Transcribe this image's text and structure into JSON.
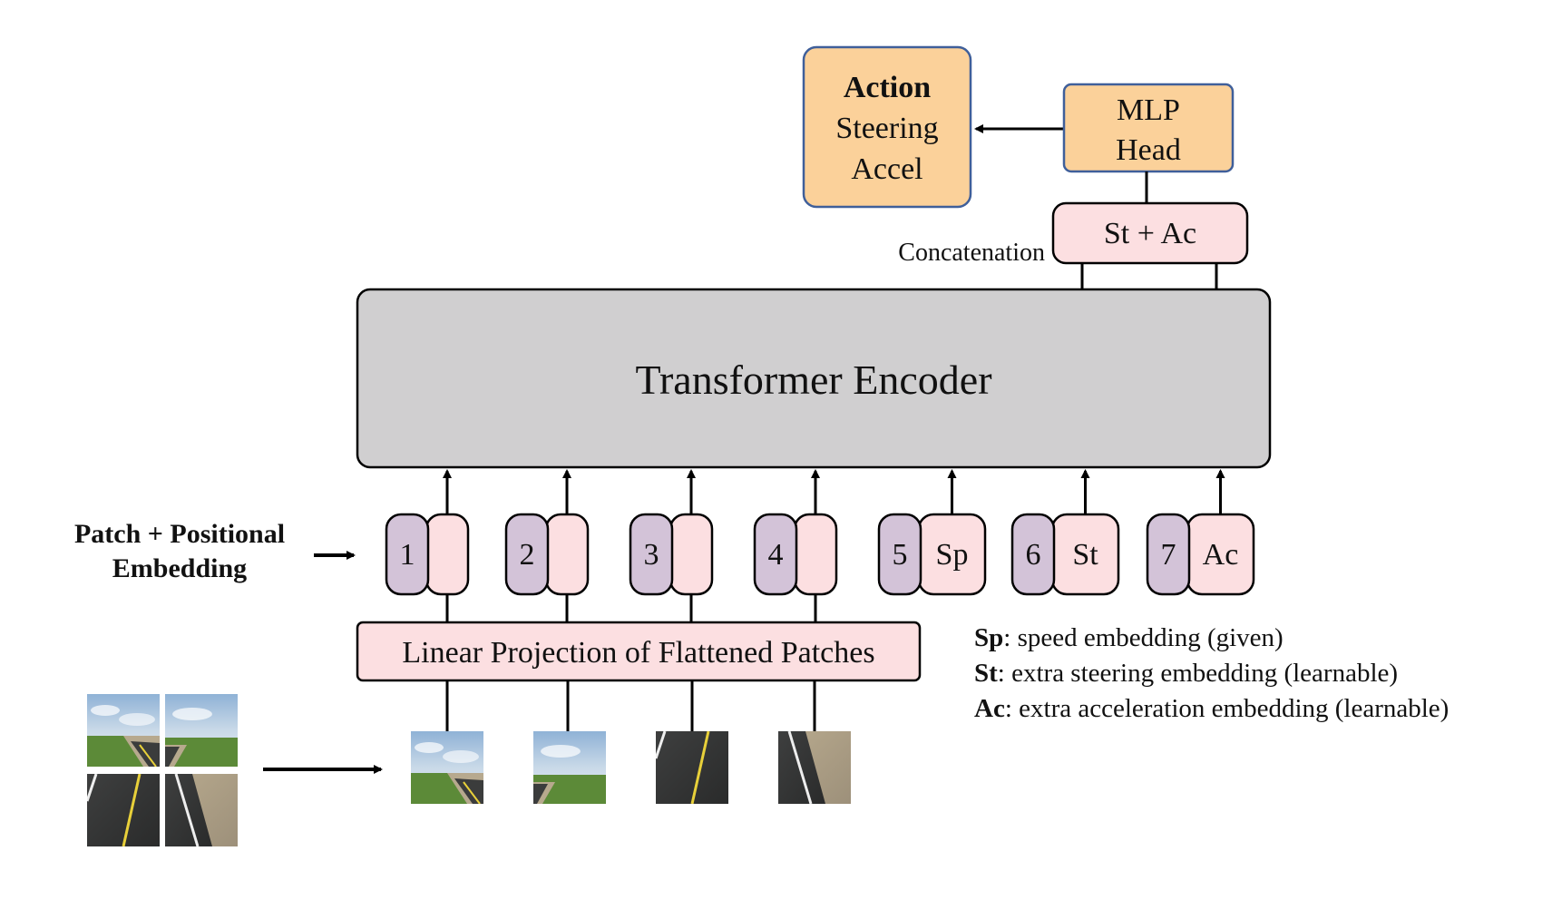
{
  "colors": {
    "action_fill": "#fbd19a",
    "action_border": "#3f5f9a",
    "mlp_fill": "#fbd19a",
    "mlp_border": "#3f5f9a",
    "pink_fill": "#fcdfe1",
    "purple_fill": "#d3c3d8",
    "encoder_fill": "#d0cfd0",
    "line": "#000000"
  },
  "action_box": {
    "title": "Action",
    "line1": "Steering",
    "line2": "Accel"
  },
  "mlp_head": {
    "line1": "MLP",
    "line2": "Head"
  },
  "concat": {
    "label": "Concatenation",
    "box_text": "St + Ac"
  },
  "encoder": {
    "label": "Transformer Encoder"
  },
  "embedding_label": {
    "line1": "Patch + Positional",
    "line2": "Embedding"
  },
  "tokens": [
    {
      "pos": "1",
      "content": ""
    },
    {
      "pos": "2",
      "content": ""
    },
    {
      "pos": "3",
      "content": ""
    },
    {
      "pos": "4",
      "content": ""
    },
    {
      "pos": "5",
      "content": "Sp"
    },
    {
      "pos": "6",
      "content": "St"
    },
    {
      "pos": "7",
      "content": "Ac"
    }
  ],
  "projection": {
    "label": "Linear Projection of Flattened Patches"
  },
  "legend": [
    {
      "key": "Sp",
      "desc": ": speed embedding (given)"
    },
    {
      "key": "St",
      "desc": ": extra steering embedding (learnable)"
    },
    {
      "key": "Ac",
      "desc": ": extra acceleration embedding (learnable)"
    }
  ],
  "patch_icons": [
    "road-sky-left-patch",
    "road-sky-right-patch",
    "road-asphalt-left-patch",
    "road-asphalt-right-patch"
  ]
}
